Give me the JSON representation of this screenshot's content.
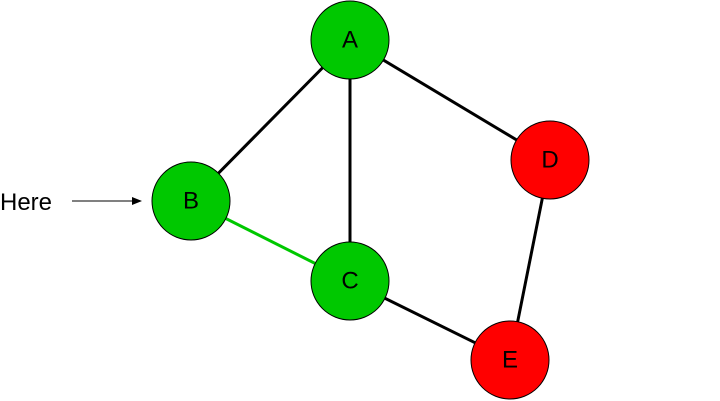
{
  "colors": {
    "visited_node": "#00c800",
    "unvisited_node": "#ff0000",
    "node_stroke": "#000000",
    "edge": "#000000",
    "highlighted_edge": "#00c800",
    "pointer": "#000000"
  },
  "nodes": [
    {
      "id": "A",
      "label": "A",
      "state": "visited"
    },
    {
      "id": "B",
      "label": "B",
      "state": "visited"
    },
    {
      "id": "C",
      "label": "C",
      "state": "visited"
    },
    {
      "id": "D",
      "label": "D",
      "state": "unvisited"
    },
    {
      "id": "E",
      "label": "E",
      "state": "unvisited"
    }
  ],
  "edges": [
    {
      "from": "A",
      "to": "B",
      "highlighted": false
    },
    {
      "from": "A",
      "to": "C",
      "highlighted": false
    },
    {
      "from": "A",
      "to": "D",
      "highlighted": false
    },
    {
      "from": "B",
      "to": "C",
      "highlighted": true
    },
    {
      "from": "C",
      "to": "E",
      "highlighted": false
    },
    {
      "from": "D",
      "to": "E",
      "highlighted": false
    }
  ],
  "pointer": {
    "label": "Here",
    "target": "B"
  }
}
